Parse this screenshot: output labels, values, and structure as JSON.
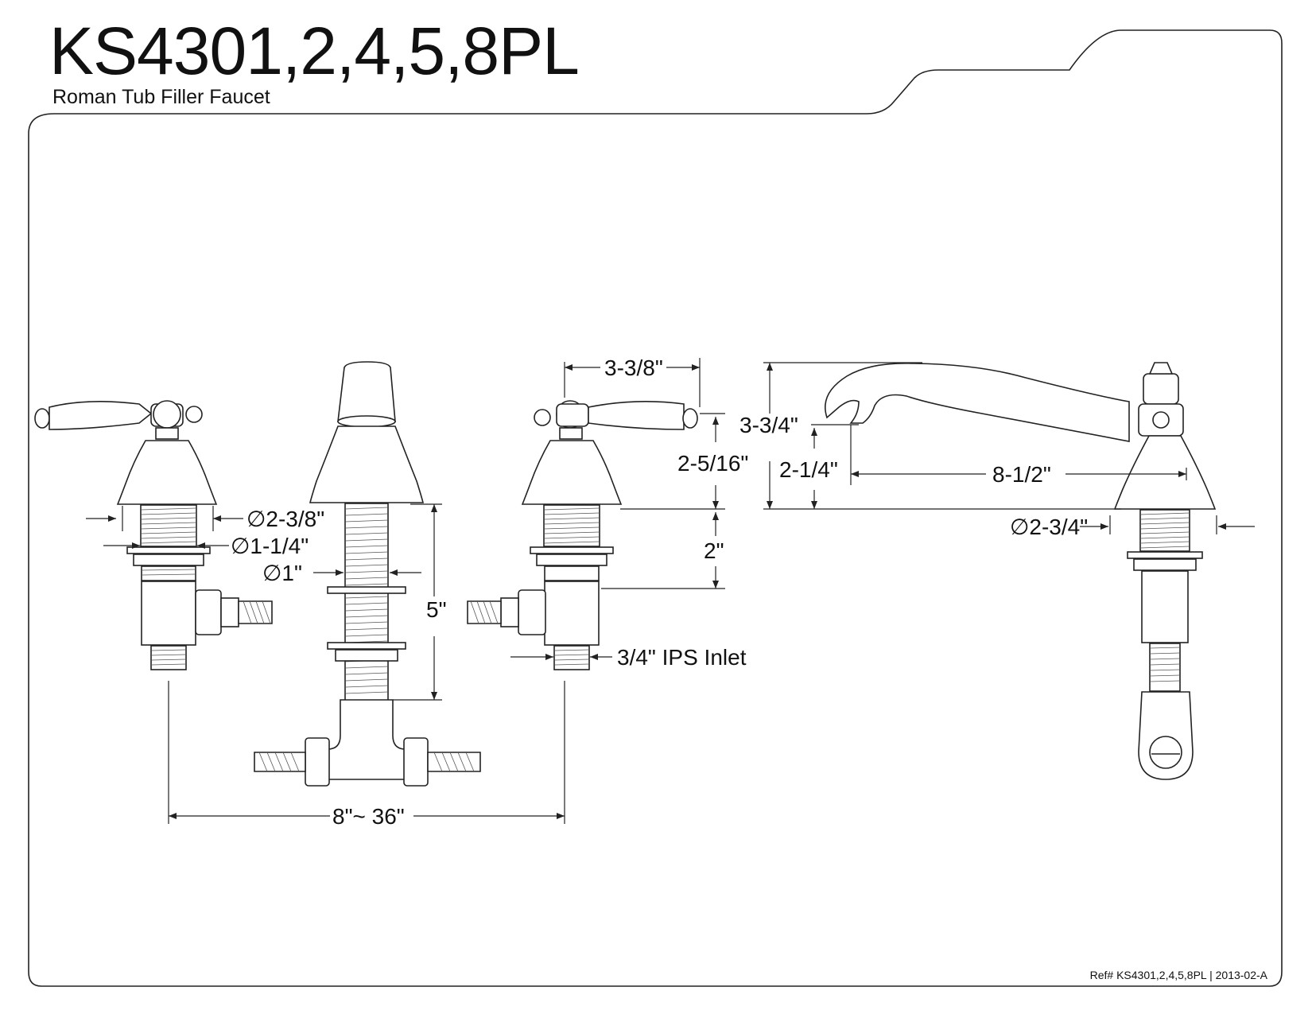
{
  "header": {
    "title": "KS4301,2,4,5,8PL",
    "subtitle": "Roman Tub Filler Faucet"
  },
  "footer": {
    "ref": "Ref# KS4301,2,4,5,8PL | 2013-02-A"
  },
  "dimensions": {
    "handle_base_diameter": "∅2-3/8\"",
    "shank_diameter": "∅1-1/4\"",
    "spout_shank_diameter": "∅1\"",
    "spout_shank_length": "5\"",
    "handle_width": "3-3/8\"",
    "handle_height": "2-5/16\"",
    "handle_shank_length": "2\"",
    "inlet": "3/4\" IPS Inlet",
    "spread": "8\"~ 36\"",
    "spout_height": "3-3/4\"",
    "spout_outlet_height": "2-1/4\"",
    "spout_reach": "8-1/2\"",
    "spout_base_diameter": "∅2-3/4\""
  }
}
